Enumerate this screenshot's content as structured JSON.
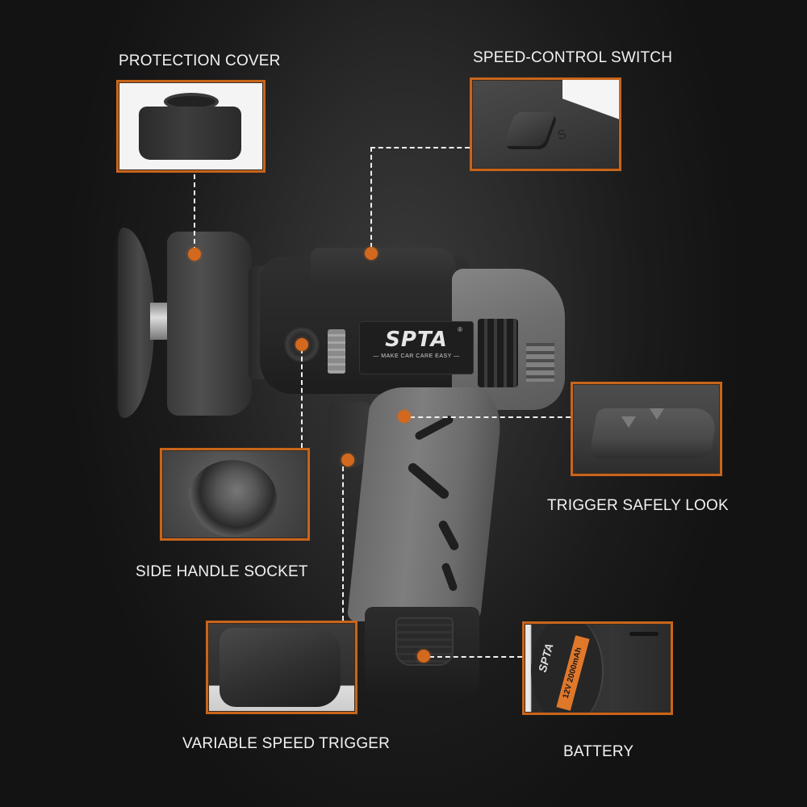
{
  "brand": {
    "logo": "SPTA",
    "tagline": "— MAKE CAR CARE EASY —",
    "registered_mark": "®"
  },
  "accent_color": "#c8651b",
  "dot_color": "#d2691e",
  "callouts": [
    {
      "id": "protection-cover",
      "label": "PROTECTION COVER"
    },
    {
      "id": "speed-control-switch",
      "label": "SPEED-CONTROL SWITCH",
      "switch_mark": "S"
    },
    {
      "id": "trigger-safety-lock",
      "label": "TRIGGER SAFELY LOOK"
    },
    {
      "id": "side-handle-socket",
      "label": "SIDE HANDLE SOCKET"
    },
    {
      "id": "variable-speed-trigger",
      "label": "VARIABLE SPEED TRIGGER"
    },
    {
      "id": "battery",
      "label": "BATTERY",
      "battery_brand": "SPTA",
      "battery_spec": "12V 2000mAh"
    }
  ]
}
